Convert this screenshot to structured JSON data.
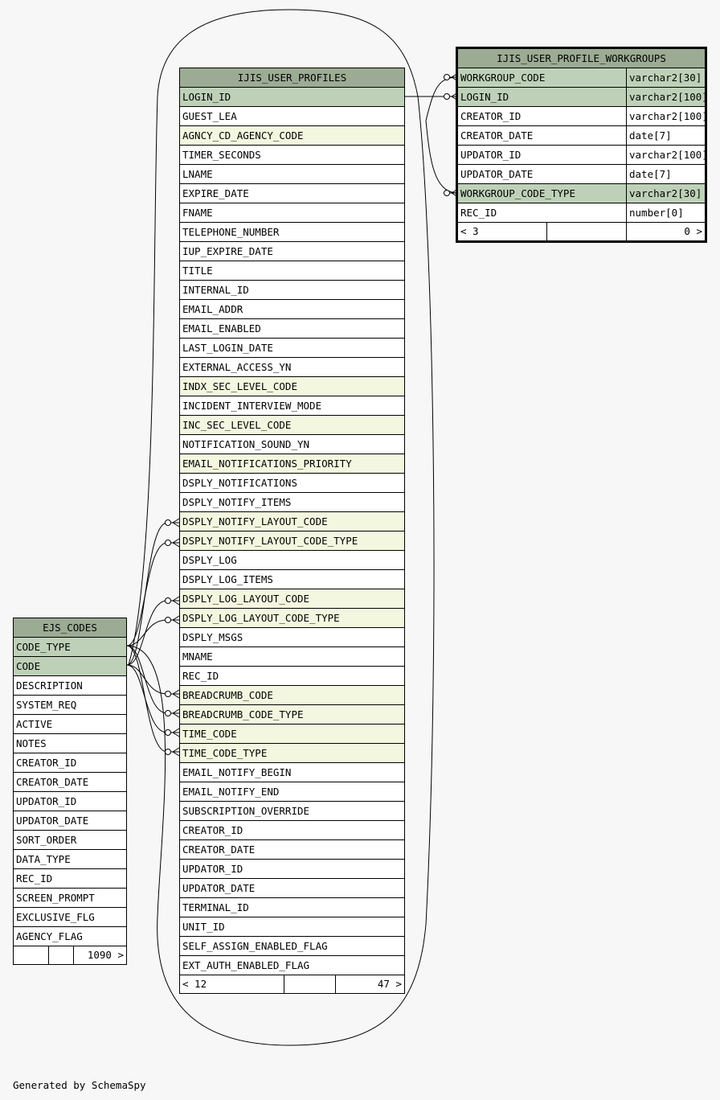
{
  "tables": {
    "ejs_codes": {
      "name": "EJS_CODES",
      "columns": [
        {
          "name": "CODE_TYPE",
          "kind": "pk"
        },
        {
          "name": "CODE",
          "kind": "pk"
        },
        {
          "name": "DESCRIPTION",
          "kind": "plain"
        },
        {
          "name": "SYSTEM_REQ",
          "kind": "plain"
        },
        {
          "name": "ACTIVE",
          "kind": "plain"
        },
        {
          "name": "NOTES",
          "kind": "plain"
        },
        {
          "name": "CREATOR_ID",
          "kind": "plain"
        },
        {
          "name": "CREATOR_DATE",
          "kind": "plain"
        },
        {
          "name": "UPDATOR_ID",
          "kind": "plain"
        },
        {
          "name": "UPDATOR_DATE",
          "kind": "plain"
        },
        {
          "name": "SORT_ORDER",
          "kind": "plain"
        },
        {
          "name": "DATA_TYPE",
          "kind": "plain"
        },
        {
          "name": "REC_ID",
          "kind": "plain"
        },
        {
          "name": "SCREEN_PROMPT",
          "kind": "plain"
        },
        {
          "name": "EXCLUSIVE_FLG",
          "kind": "plain"
        },
        {
          "name": "AGENCY_FLAG",
          "kind": "plain"
        }
      ],
      "footer": {
        "left": "",
        "right": "1090 >"
      }
    },
    "ijis_user_profiles": {
      "name": "IJIS_USER_PROFILES",
      "columns": [
        {
          "name": "LOGIN_ID",
          "kind": "pk"
        },
        {
          "name": "GUEST_LEA",
          "kind": "plain"
        },
        {
          "name": "AGNCY_CD_AGENCY_CODE",
          "kind": "fk"
        },
        {
          "name": "TIMER_SECONDS",
          "kind": "plain"
        },
        {
          "name": "LNAME",
          "kind": "plain"
        },
        {
          "name": "EXPIRE_DATE",
          "kind": "plain"
        },
        {
          "name": "FNAME",
          "kind": "plain"
        },
        {
          "name": "TELEPHONE_NUMBER",
          "kind": "plain"
        },
        {
          "name": "IUP_EXPIRE_DATE",
          "kind": "plain"
        },
        {
          "name": "TITLE",
          "kind": "plain"
        },
        {
          "name": "INTERNAL_ID",
          "kind": "plain"
        },
        {
          "name": "EMAIL_ADDR",
          "kind": "plain"
        },
        {
          "name": "EMAIL_ENABLED",
          "kind": "plain"
        },
        {
          "name": "LAST_LOGIN_DATE",
          "kind": "plain"
        },
        {
          "name": "EXTERNAL_ACCESS_YN",
          "kind": "plain"
        },
        {
          "name": "INDX_SEC_LEVEL_CODE",
          "kind": "fk"
        },
        {
          "name": "INCIDENT_INTERVIEW_MODE",
          "kind": "plain"
        },
        {
          "name": "INC_SEC_LEVEL_CODE",
          "kind": "fk"
        },
        {
          "name": "NOTIFICATION_SOUND_YN",
          "kind": "plain"
        },
        {
          "name": "EMAIL_NOTIFICATIONS_PRIORITY",
          "kind": "fk"
        },
        {
          "name": "DSPLY_NOTIFICATIONS",
          "kind": "plain"
        },
        {
          "name": "DSPLY_NOTIFY_ITEMS",
          "kind": "plain"
        },
        {
          "name": "DSPLY_NOTIFY_LAYOUT_CODE",
          "kind": "fk"
        },
        {
          "name": "DSPLY_NOTIFY_LAYOUT_CODE_TYPE",
          "kind": "fk"
        },
        {
          "name": "DSPLY_LOG",
          "kind": "plain"
        },
        {
          "name": "DSPLY_LOG_ITEMS",
          "kind": "plain"
        },
        {
          "name": "DSPLY_LOG_LAYOUT_CODE",
          "kind": "fk"
        },
        {
          "name": "DSPLY_LOG_LAYOUT_CODE_TYPE",
          "kind": "fk"
        },
        {
          "name": "DSPLY_MSGS",
          "kind": "plain"
        },
        {
          "name": "MNAME",
          "kind": "plain"
        },
        {
          "name": "REC_ID",
          "kind": "plain"
        },
        {
          "name": "BREADCRUMB_CODE",
          "kind": "fk"
        },
        {
          "name": "BREADCRUMB_CODE_TYPE",
          "kind": "fk"
        },
        {
          "name": "TIME_CODE",
          "kind": "fk"
        },
        {
          "name": "TIME_CODE_TYPE",
          "kind": "fk"
        },
        {
          "name": "EMAIL_NOTIFY_BEGIN",
          "kind": "plain"
        },
        {
          "name": "EMAIL_NOTIFY_END",
          "kind": "plain"
        },
        {
          "name": "SUBSCRIPTION_OVERRIDE",
          "kind": "plain"
        },
        {
          "name": "CREATOR_ID",
          "kind": "plain"
        },
        {
          "name": "CREATOR_DATE",
          "kind": "plain"
        },
        {
          "name": "UPDATOR_ID",
          "kind": "plain"
        },
        {
          "name": "UPDATOR_DATE",
          "kind": "plain"
        },
        {
          "name": "TERMINAL_ID",
          "kind": "plain"
        },
        {
          "name": "UNIT_ID",
          "kind": "plain"
        },
        {
          "name": "SELF_ASSIGN_ENABLED_FLAG",
          "kind": "plain"
        },
        {
          "name": "EXT_AUTH_ENABLED_FLAG",
          "kind": "plain"
        }
      ],
      "footer": {
        "left": "< 12",
        "right": "47 >"
      }
    },
    "ijis_user_profile_workgroups": {
      "name": "IJIS_USER_PROFILE_WORKGROUPS",
      "columns": [
        {
          "name": "WORKGROUP_CODE",
          "type": "varchar2[30]",
          "kind": "pk"
        },
        {
          "name": "LOGIN_ID",
          "type": "varchar2[100]",
          "kind": "pk"
        },
        {
          "name": "CREATOR_ID",
          "type": "varchar2[100]",
          "kind": "plain"
        },
        {
          "name": "CREATOR_DATE",
          "type": "date[7]",
          "kind": "plain"
        },
        {
          "name": "UPDATOR_ID",
          "type": "varchar2[100]",
          "kind": "plain"
        },
        {
          "name": "UPDATOR_DATE",
          "type": "date[7]",
          "kind": "plain"
        },
        {
          "name": "WORKGROUP_CODE_TYPE",
          "type": "varchar2[30]",
          "kind": "pk"
        },
        {
          "name": "REC_ID",
          "type": "number[0]",
          "kind": "plain"
        }
      ],
      "footer": {
        "left": "< 3",
        "right": "0 >"
      }
    }
  },
  "footer_note": "Generated by SchemaSpy",
  "colors": {
    "header": "#9cab94",
    "primary_key_row": "#bed1b8",
    "foreign_key_row": "#f4f7df",
    "background": "#f7f7f7"
  }
}
